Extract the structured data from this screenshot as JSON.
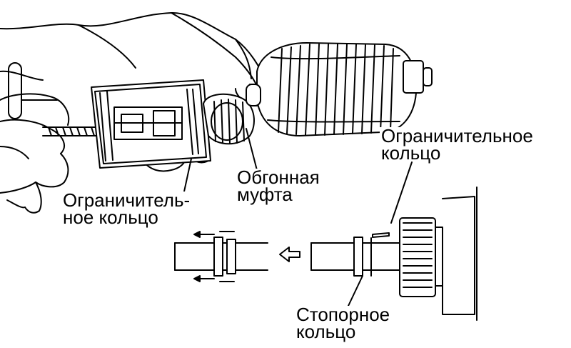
{
  "labels": {
    "limiter_ring_left": {
      "line1": "Ограничитель-",
      "line2": "ное кольцо"
    },
    "overrunning_clutch": {
      "line1": "Обгонная",
      "line2": "муфта"
    },
    "limiter_ring_right": {
      "line1": "Ограничительное",
      "line2": "кольцо"
    },
    "snap_ring": {
      "line1": "Стопорное",
      "line2": "кольцо"
    }
  },
  "colors": {
    "ink": "#000000",
    "paper": "#ffffff"
  }
}
